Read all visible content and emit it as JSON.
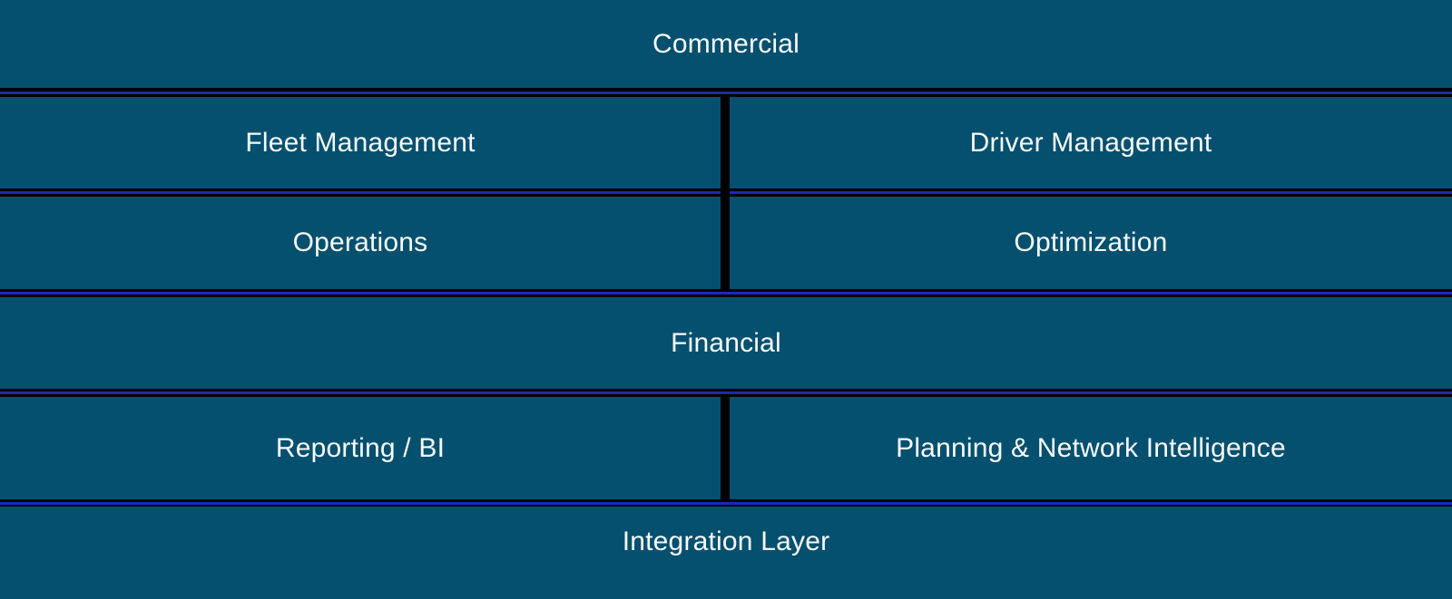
{
  "rows": [
    {
      "type": "full",
      "label": "Commercial"
    },
    {
      "type": "split",
      "left": "Fleet Management",
      "right": "Driver Management"
    },
    {
      "type": "split",
      "left": "Operations",
      "right": "Optimization"
    },
    {
      "type": "full",
      "label": "Financial"
    },
    {
      "type": "split",
      "left": "Reporting / BI",
      "right": "Planning & Network Intelligence"
    },
    {
      "type": "full",
      "label": "Integration Layer"
    }
  ],
  "colors": {
    "box_fill": "#05506E",
    "background": "#000000",
    "separator_line": "#1B2AB5",
    "text": "#F8FAFB"
  }
}
